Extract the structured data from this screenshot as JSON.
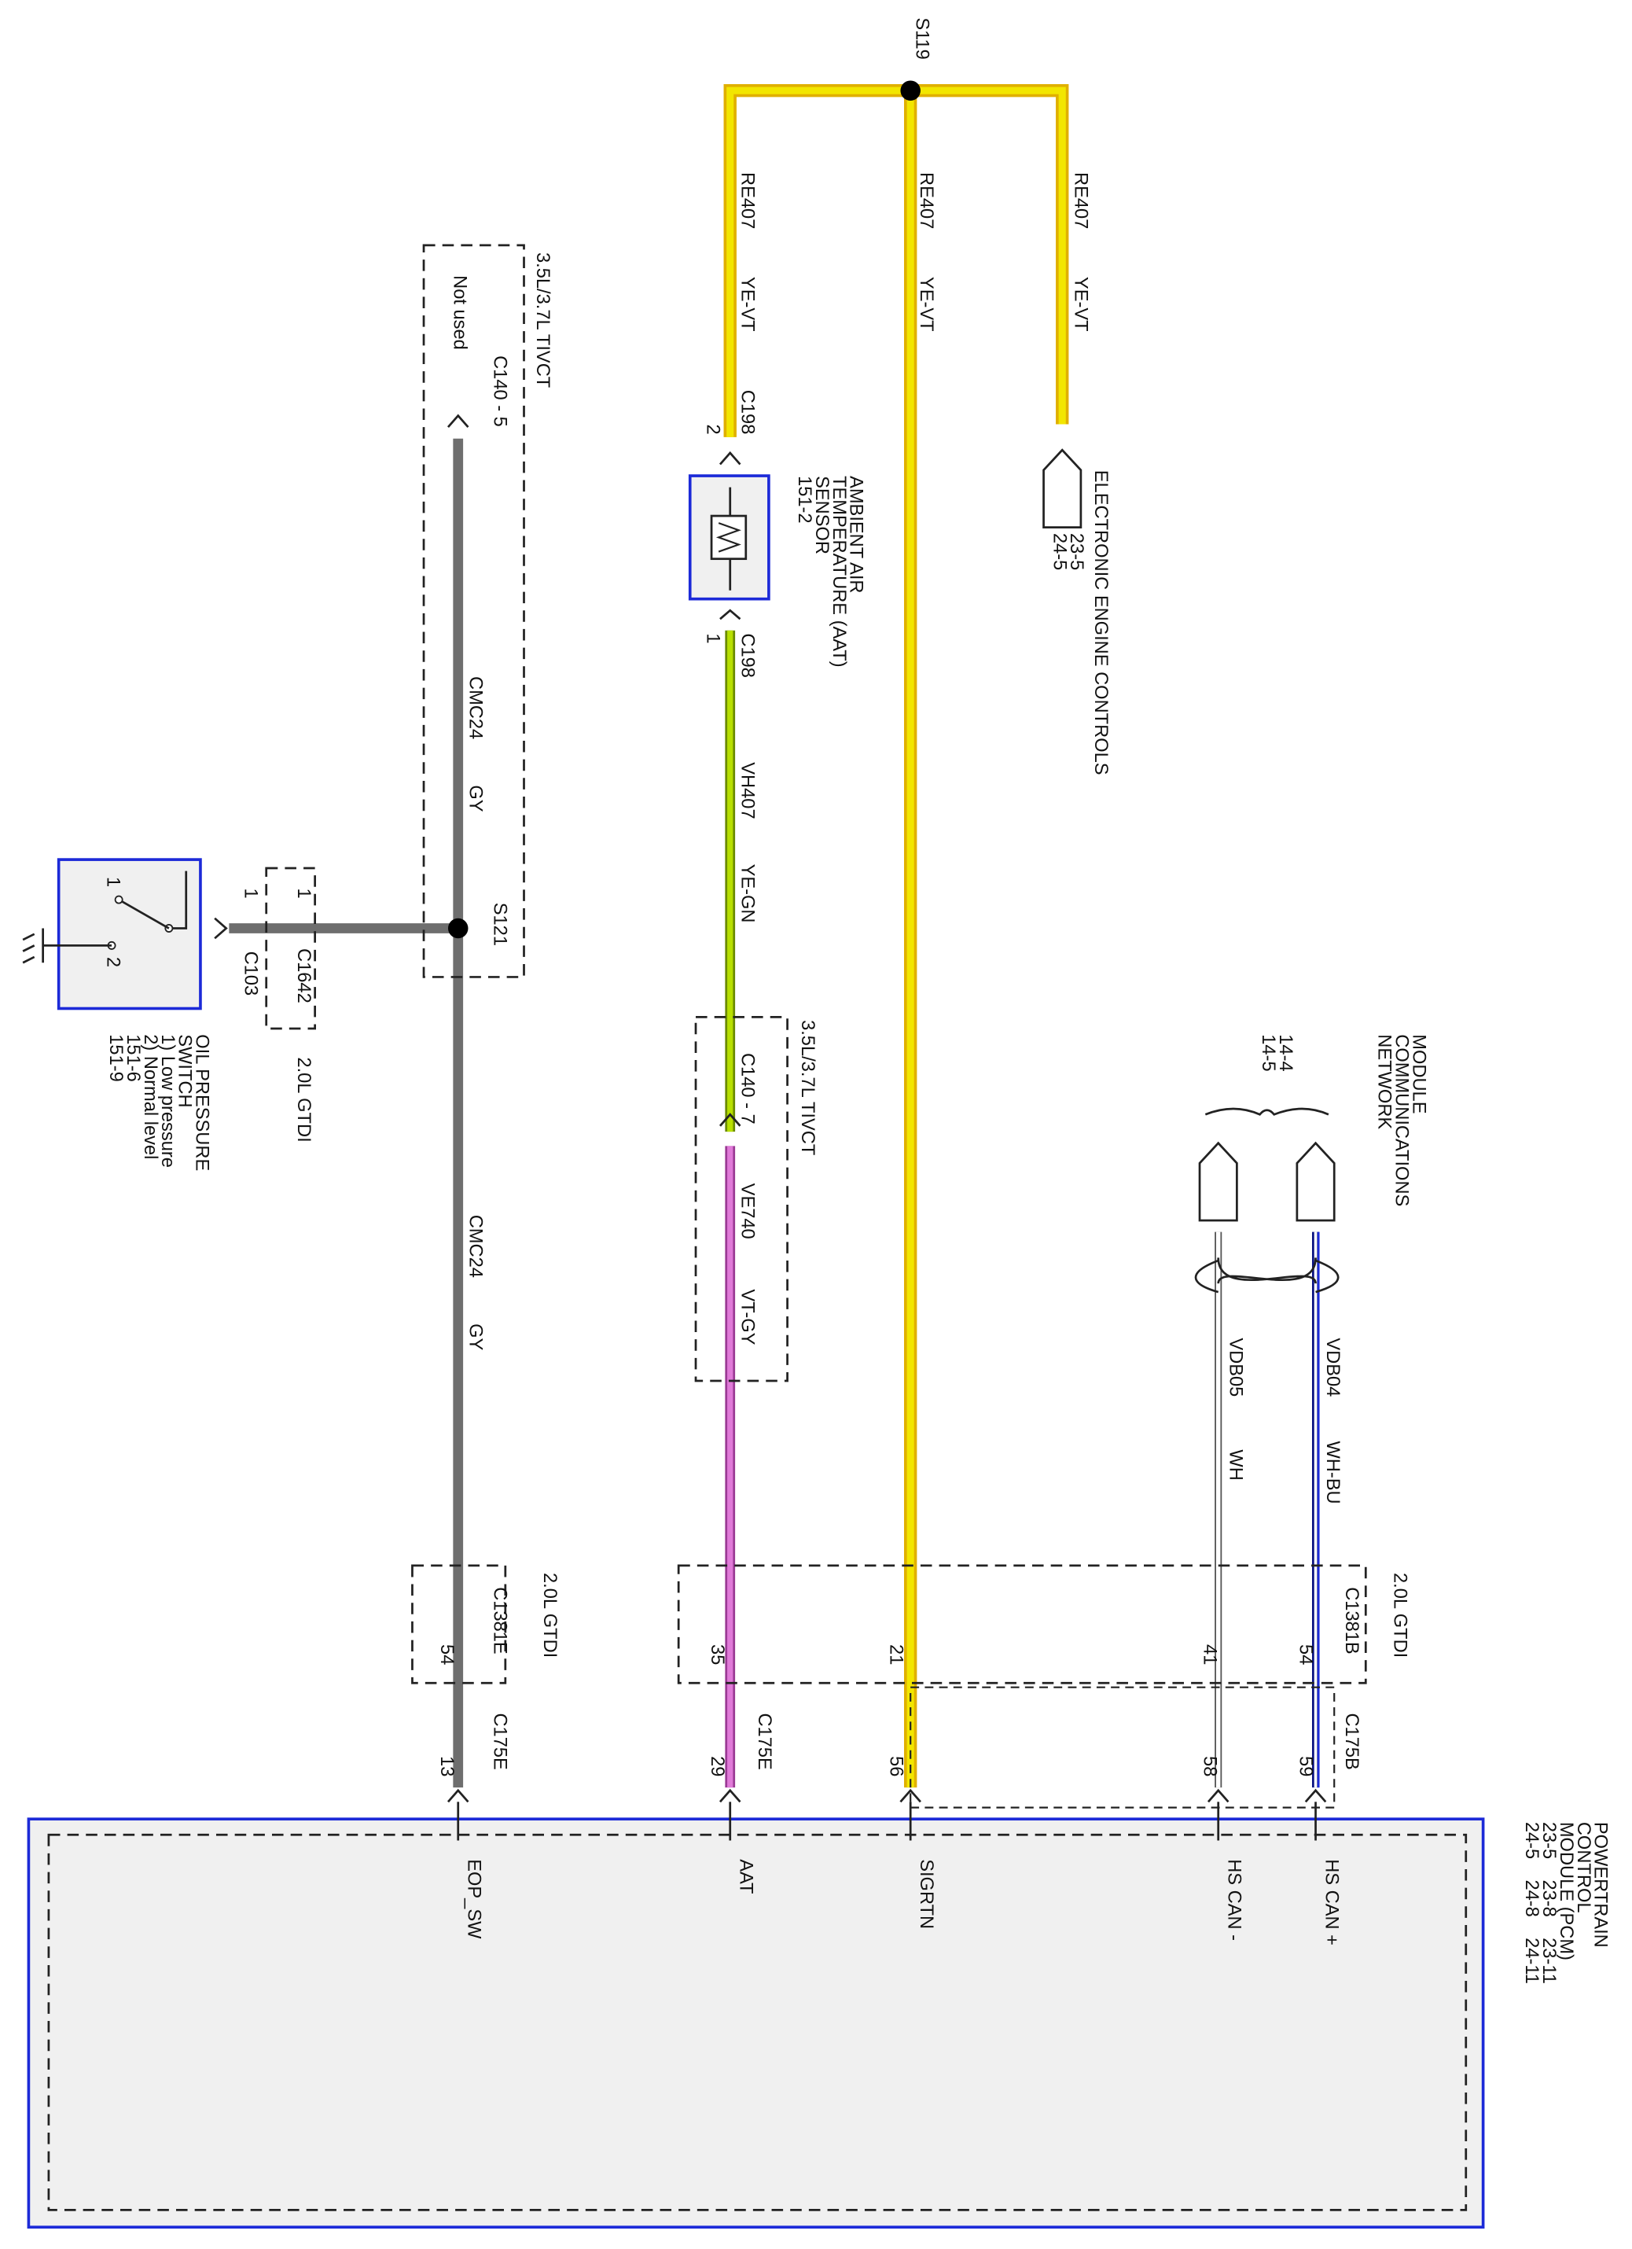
{
  "colors": {
    "yellow_wire": "#f2e600",
    "yellow_outline": "#e0b000",
    "gray_wire": "#6e6e6e",
    "pink_wire": "#e07ad8",
    "yellowgreen_wire": "#b8e000",
    "blue_wire": "#1c2ad8",
    "white_wire": "#d8d8d8",
    "component_border": "#1c2ad8",
    "module_fill": "#f0f0f0"
  },
  "splices": {
    "s119": "S119",
    "s121": "S121"
  },
  "wires": {
    "re407_circuit": "RE407",
    "re407_color": "YE-VT",
    "vh407_circuit": "VH407",
    "vh407_color": "YE-GN",
    "ve740_circuit": "VE740",
    "ve740_color": "VT-GY",
    "cmc24_circuit": "CMC24",
    "cmc24_color": "GY",
    "vdb04_circuit": "VDB04",
    "vdb04_color": "WH-BU",
    "vdb05_circuit": "VDB05",
    "vdb05_color": "WH"
  },
  "connectors": {
    "c198": "C198",
    "c198_pin2": "2",
    "c198_pin1": "1",
    "c140_5": "C140 - 5",
    "c140_7": "C140 - 7",
    "not_used": "Not used",
    "c1642": "C1642",
    "c1642_pin": "1",
    "c103": "C103",
    "c103_pin": "1",
    "c1381e": "C1381E",
    "c1381e_pin": "54",
    "c1381b": "C1381B",
    "c1381b_pin35": "35",
    "c1381b_pin21": "21",
    "c1381b_pin41": "41",
    "c1381b_pin54": "54",
    "c175e_left": "C175E",
    "c175e_mid": "C175E",
    "c175b": "C175B",
    "pin13": "13",
    "pin29": "29",
    "pin56": "56",
    "pin58": "58",
    "pin59": "59"
  },
  "variants": {
    "tivct_1": "3.5L/3.7L TIVCT",
    "tivct_2": "3.5L/3.7L TIVCT",
    "gtdi_1": "2.0L GTDI",
    "gtdi_2": "2.0L GTDI",
    "gtdi_3": "2.0L GTDI"
  },
  "components": {
    "aat_sensor": [
      "AMBIENT AIR",
      "TEMPERATURE (AAT)",
      "SENSOR",
      "151-2"
    ],
    "electronic_engine_controls": {
      "label": "ELECTRONIC ENGINE CONTROLS",
      "refs": [
        "23-5",
        "24-5"
      ]
    },
    "module_comm_network": {
      "label": [
        "MODULE",
        "COMMUNICATIONS",
        "NETWORK"
      ],
      "refs": [
        "14-4",
        "14-5"
      ]
    },
    "oil_pressure_switch": {
      "label": [
        "OIL PRESSURE",
        "SWITCH",
        "1) Low pressure",
        "2) Normal level",
        "151-6",
        "151-9"
      ],
      "pin1": "1",
      "pin2": "2"
    },
    "pcm": {
      "label": [
        "POWERTRAIN",
        "CONTROL",
        "MODULE (PCM)",
        "23-5    23-8    23-11",
        "24-5    24-8    24-11"
      ],
      "pins": [
        "EOP_SW",
        "AAT",
        "SIGRTN",
        "HS CAN -",
        "HS CAN +"
      ]
    }
  }
}
